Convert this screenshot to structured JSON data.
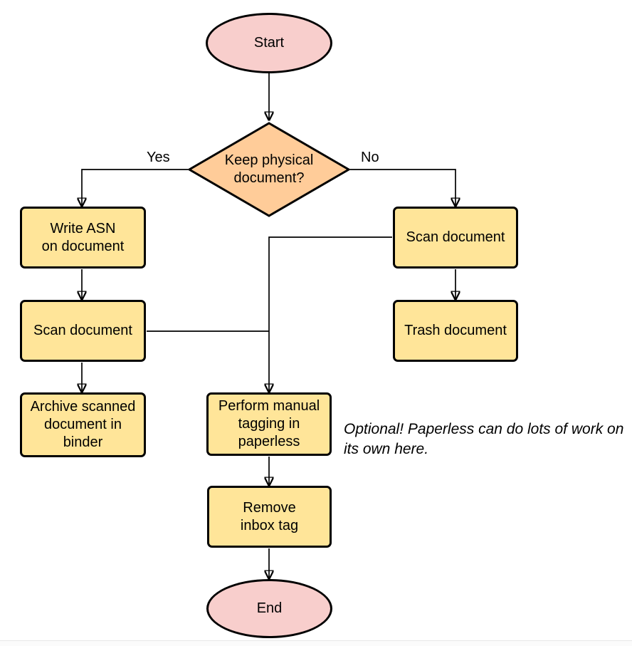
{
  "colors": {
    "terminal_fill": "#F8CECC",
    "decision_fill": "#FFCC99",
    "process_fill": "#FFE599",
    "stroke": "#000000",
    "line": "#000000"
  },
  "nodes": {
    "start": {
      "label": "Start",
      "shape": "ellipse"
    },
    "decision": {
      "label": "Keep physical\ndocument?",
      "shape": "diamond"
    },
    "write_asn": {
      "label": "Write ASN\non document",
      "shape": "process"
    },
    "scan_left": {
      "label": "Scan document",
      "shape": "process"
    },
    "archive": {
      "label": "Archive scanned\ndocument in\nbinder",
      "shape": "process"
    },
    "scan_right": {
      "label": "Scan document",
      "shape": "process"
    },
    "trash": {
      "label": "Trash document",
      "shape": "process"
    },
    "tagging": {
      "label": "Perform manual\ntagging in\npaperless",
      "shape": "process"
    },
    "remove_inbox": {
      "label": "Remove\ninbox tag",
      "shape": "process"
    },
    "end": {
      "label": "End",
      "shape": "ellipse"
    }
  },
  "edge_labels": {
    "yes": "Yes",
    "no": "No"
  },
  "edges": [
    {
      "from": "start",
      "to": "decision"
    },
    {
      "from": "decision",
      "to": "write_asn",
      "label": "Yes"
    },
    {
      "from": "decision",
      "to": "scan_right",
      "label": "No"
    },
    {
      "from": "write_asn",
      "to": "scan_left"
    },
    {
      "from": "scan_left",
      "to": "archive"
    },
    {
      "from": "scan_left",
      "to": "tagging"
    },
    {
      "from": "scan_right",
      "to": "trash"
    },
    {
      "from": "scan_right",
      "to": "tagging"
    },
    {
      "from": "tagging",
      "to": "remove_inbox"
    },
    {
      "from": "remove_inbox",
      "to": "end"
    }
  ],
  "annotation": "Optional! Paperless can do lots of work on\nits own here."
}
